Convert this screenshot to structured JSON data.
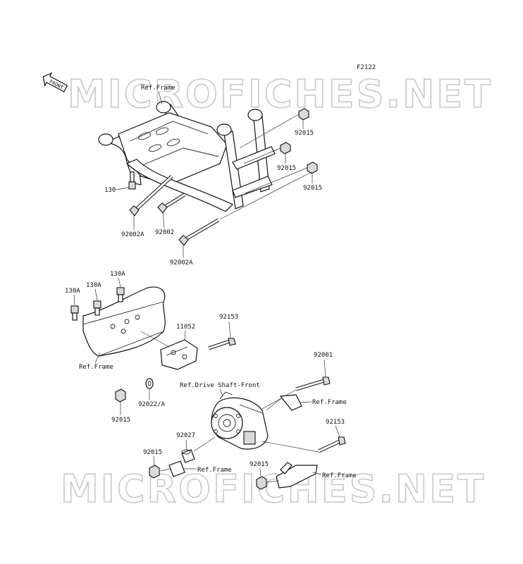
{
  "figure_code": "F2122",
  "watermark": "MICROFICHES.NET",
  "front_arrow": "FRONT",
  "labels": {
    "ref_frame_top": "Ref.Frame",
    "p130": "130",
    "p92002A_a": "92002A",
    "p92002": "92002",
    "p92002A_b": "92002A",
    "p92015_a": "92015",
    "p92015_b": "92015",
    "p92015_c": "92015",
    "p130A_a": "130A",
    "p130A_b": "130A",
    "p130A_c": "130A",
    "p11052": "11052",
    "p92153_a": "92153",
    "ref_frame_mid": "Ref.Frame",
    "p92022A": "92022/A",
    "p92015_d": "92015",
    "p92001": "92001",
    "ref_drive_shaft": "Ref.Drive Shaft-Front",
    "ref_frame_right": "Ref.Frame",
    "p92027": "92027",
    "p92015_e": "92015",
    "ref_frame_bottom": "Ref.Frame",
    "p92153_b": "92153",
    "p92015_f": "92015",
    "ref_frame_bottom_right": "Ref.Frame"
  }
}
